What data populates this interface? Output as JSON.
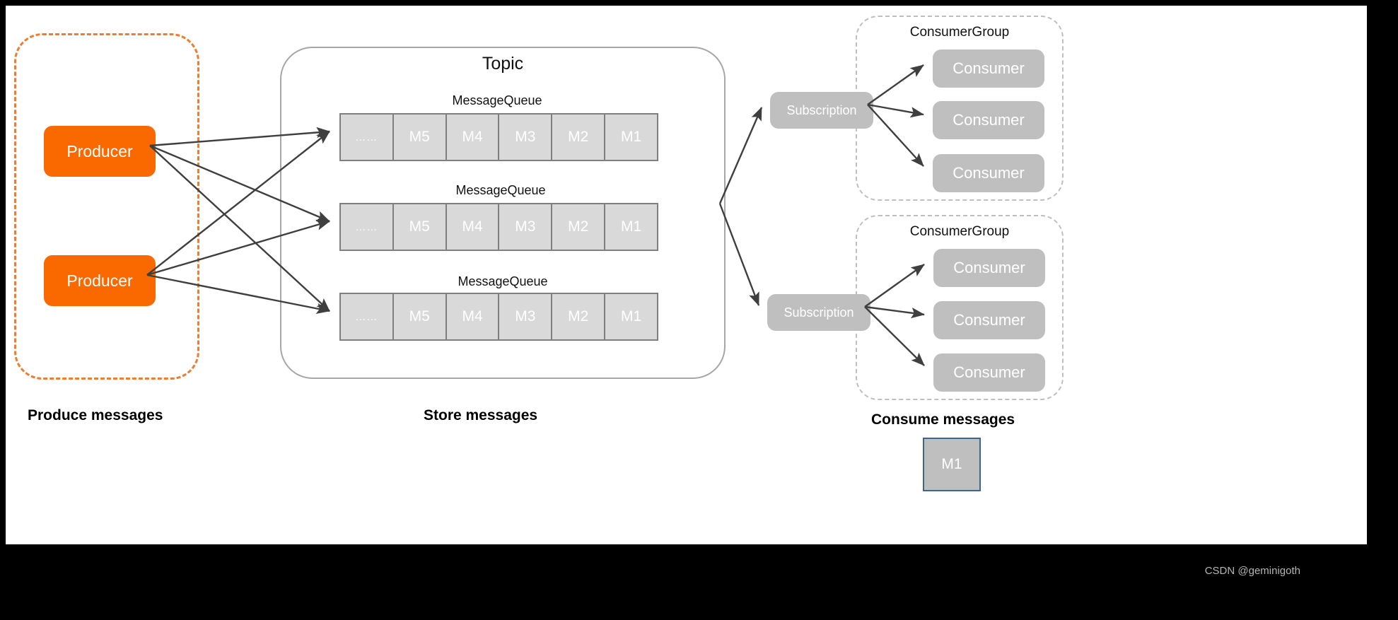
{
  "canvas": {
    "background": "#000000",
    "slide_background": "#ffffff"
  },
  "colors": {
    "producer": "#FA6800",
    "producer_group_border": "#ED7D31",
    "topic_border": "#a6a6a6",
    "consumer_group_border": "#bfbfbf",
    "node_gray": "#bfbfbf",
    "message_cell": "#d9d9d9",
    "message_cell_border": "#7f7f7f",
    "arrow": "#3f3f3f",
    "m1_tile_border": "#3d6590"
  },
  "produce_section": {
    "caption": "Produce messages",
    "producers": [
      {
        "label": "Producer"
      },
      {
        "label": "Producer"
      }
    ]
  },
  "store_section": {
    "caption": "Store messages",
    "topic_title": "Topic",
    "queues": [
      {
        "label": "MessageQueue",
        "cells": [
          "……",
          "M5",
          "M4",
          "M3",
          "M2",
          "M1"
        ]
      },
      {
        "label": "MessageQueue",
        "cells": [
          "……",
          "M5",
          "M4",
          "M3",
          "M2",
          "M1"
        ]
      },
      {
        "label": "MessageQueue",
        "cells": [
          "……",
          "M5",
          "M4",
          "M3",
          "M2",
          "M1"
        ]
      }
    ]
  },
  "consume_section": {
    "caption": "Consume messages",
    "subscriptions": [
      {
        "label": "Subscription"
      },
      {
        "label": "Subscription"
      }
    ],
    "consumer_groups": [
      {
        "title": "ConsumerGroup",
        "consumers": [
          {
            "label": "Consumer"
          },
          {
            "label": "Consumer"
          },
          {
            "label": "Consumer"
          }
        ]
      },
      {
        "title": "ConsumerGroup",
        "consumers": [
          {
            "label": "Consumer"
          },
          {
            "label": "Consumer"
          },
          {
            "label": "Consumer"
          }
        ]
      }
    ]
  },
  "detached_tile": {
    "label": "M1"
  },
  "watermark": {
    "text": "CSDN @geminigoth"
  }
}
